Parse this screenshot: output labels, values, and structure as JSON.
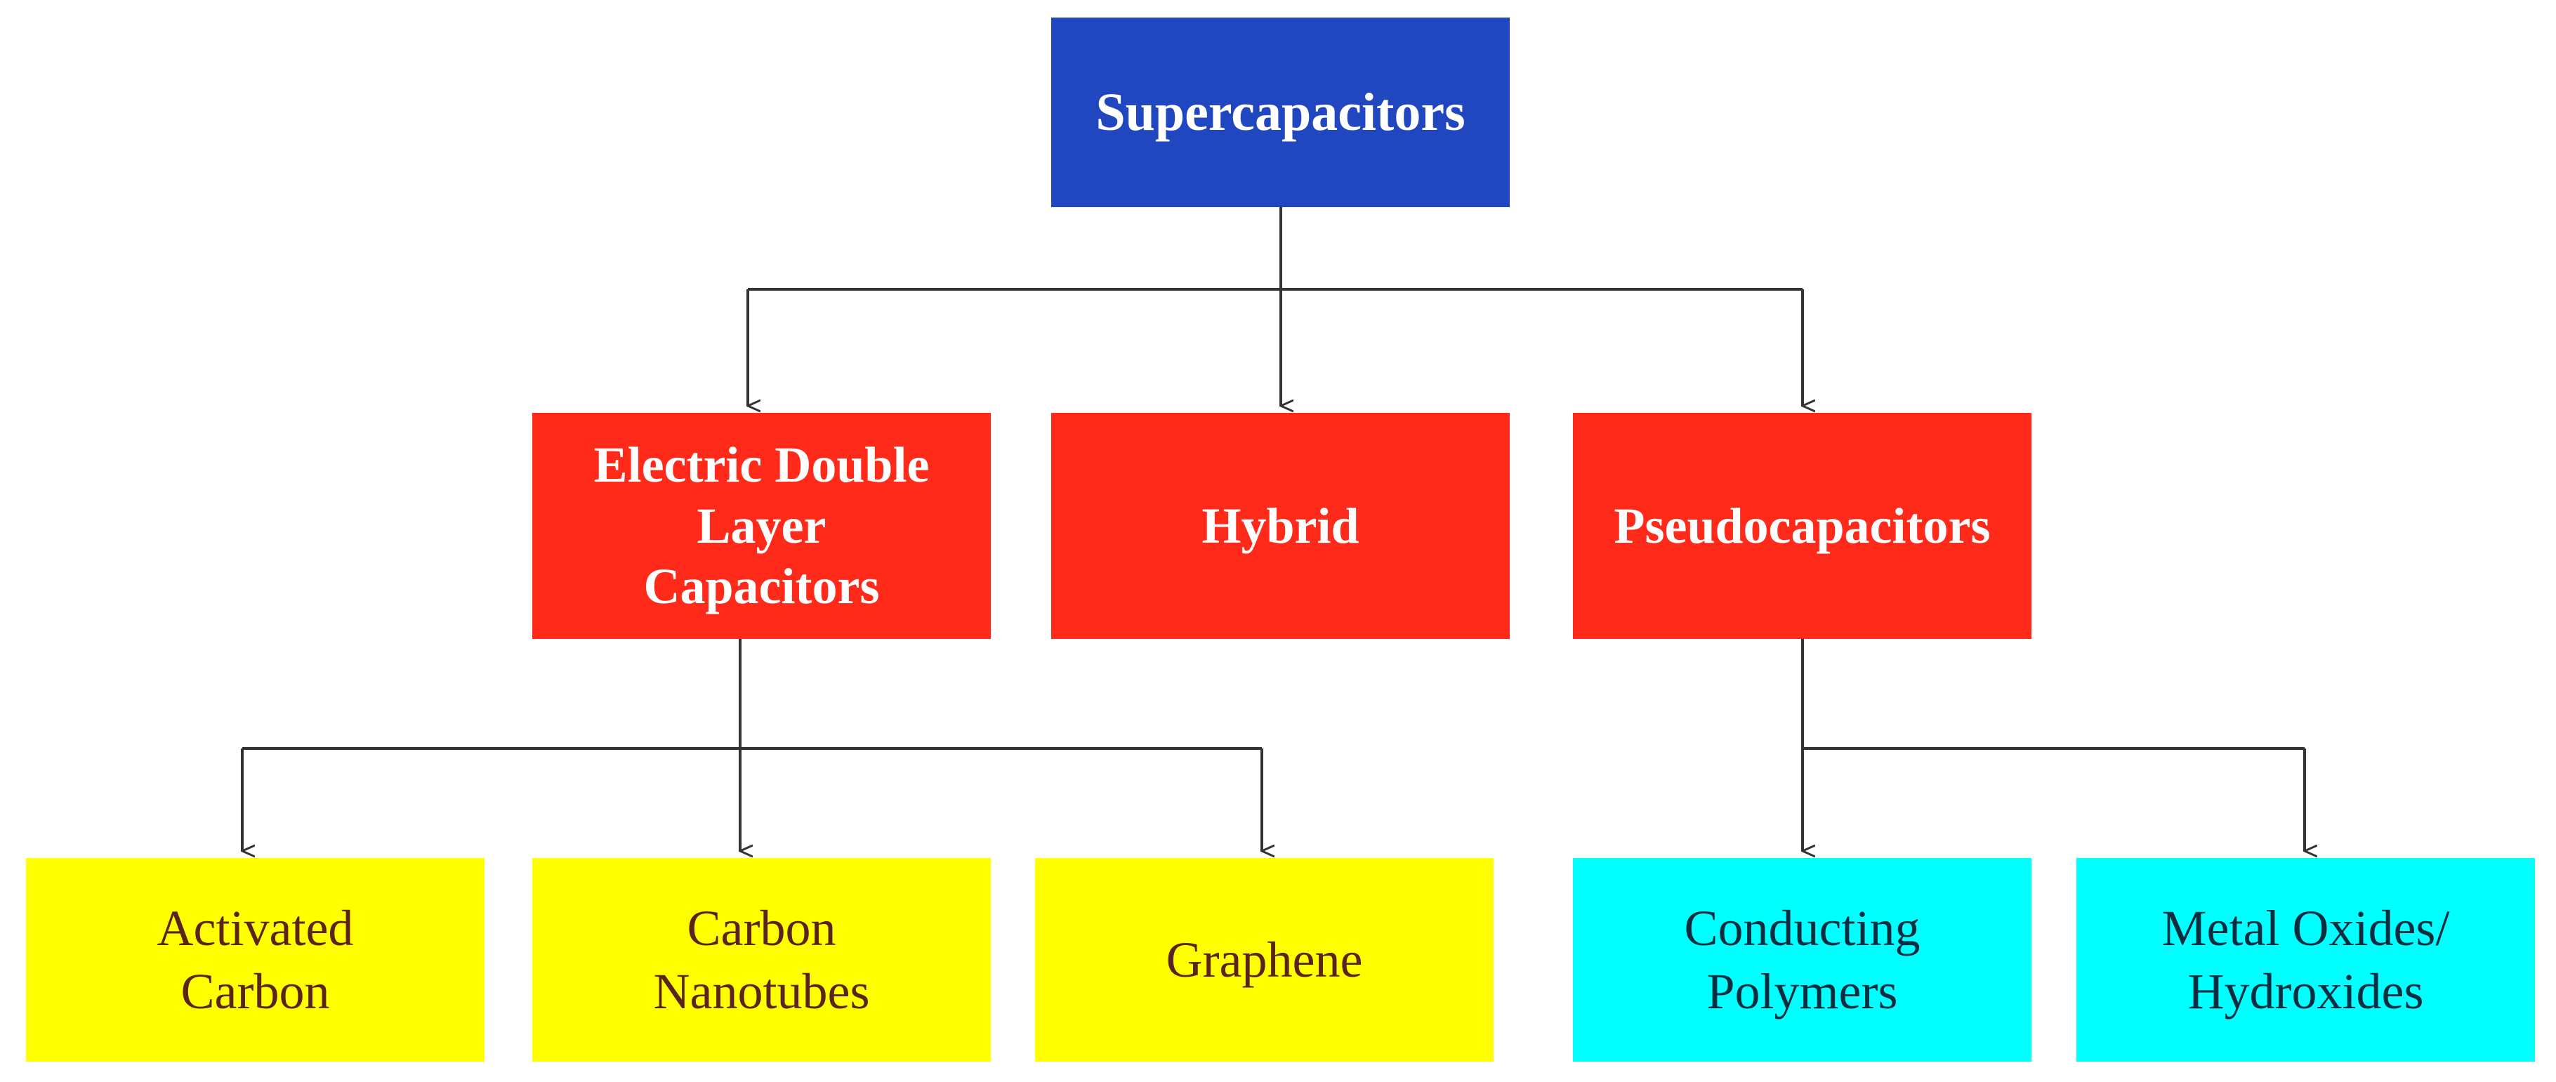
{
  "diagram": {
    "root": {
      "label": "Supercapacitors",
      "color": "#2147c0"
    },
    "categories": [
      {
        "label": "Electric Double\nLayer\nCapacitors",
        "color": "#ff2a1a"
      },
      {
        "label": "Hybrid",
        "color": "#ff2a1a"
      },
      {
        "label": "Pseudocapacitors",
        "color": "#ff2a1a"
      }
    ],
    "materials": [
      {
        "label": "Activated\nCarbon",
        "parent": "Electric Double Layer Capacitors",
        "color": "#ffff00"
      },
      {
        "label": "Carbon\nNanotubes",
        "parent": "Electric Double Layer Capacitors",
        "color": "#ffff00"
      },
      {
        "label": "Graphene",
        "parent": "Electric Double Layer Capacitors",
        "color": "#ffff00"
      },
      {
        "label": "Conducting\nPolymers",
        "parent": "Pseudocapacitors",
        "color": "#00ffff"
      },
      {
        "label": "Metal Oxides/\nHydroxides",
        "parent": "Pseudocapacitors",
        "color": "#00ffff"
      }
    ]
  }
}
